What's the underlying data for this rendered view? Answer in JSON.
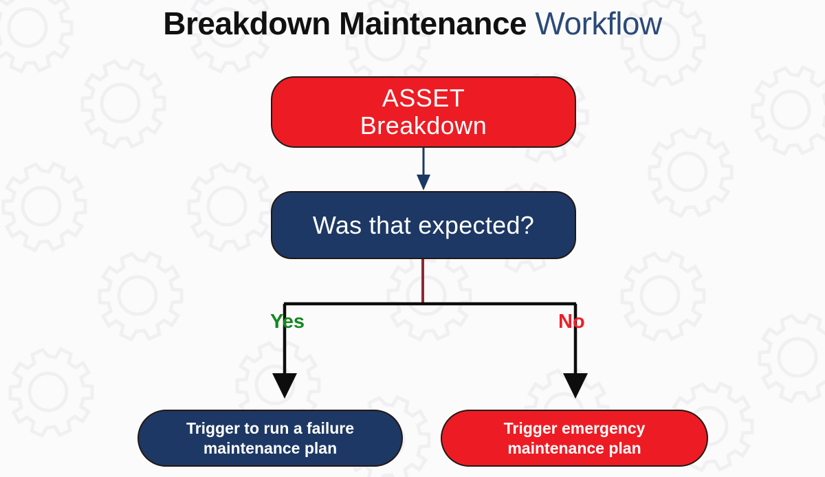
{
  "page": {
    "background_color": "#fbfbfb",
    "watermark": "gear-pattern"
  },
  "title": {
    "main": "Breakdown Maintenance",
    "accent": "Workflow",
    "main_color": "#111111",
    "accent_color": "#2b4a77"
  },
  "diagram": {
    "type": "flowchart",
    "nodes": [
      {
        "id": "asset-breakdown",
        "label": "ASSET\nBreakdown",
        "shape": "rounded-rectangle",
        "fill": "#ed1c24",
        "text_color": "#ffffff",
        "border_color": "#231815"
      },
      {
        "id": "was-expected",
        "label": "Was that expected?",
        "shape": "rounded-rectangle",
        "fill": "#1d3864",
        "text_color": "#ffffff",
        "border_color": "#231815"
      },
      {
        "id": "failure-plan",
        "label": "Trigger to run a failure\nmaintenance plan",
        "shape": "pill",
        "fill": "#1d3864",
        "text_color": "#ffffff",
        "border_color": "#231815"
      },
      {
        "id": "emergency-plan",
        "label": "Trigger emergency\nmaintenance plan",
        "shape": "pill",
        "fill": "#ed1c24",
        "text_color": "#ffffff",
        "border_color": "#231815"
      }
    ],
    "edges": [
      {
        "id": "asset-to-question",
        "from": "asset-breakdown",
        "to": "was-expected",
        "label": "",
        "color": "#1d3864",
        "arrow": true
      },
      {
        "id": "question-to-split",
        "from": "was-expected",
        "to": "branch-bar",
        "label": "",
        "color": "#8c2a33",
        "arrow": false
      },
      {
        "id": "yes-branch",
        "from": "branch-bar",
        "to": "failure-plan",
        "label": "Yes",
        "color": "#0d0d0d",
        "label_color": "#13881e",
        "arrow": true
      },
      {
        "id": "no-branch",
        "from": "branch-bar",
        "to": "emergency-plan",
        "label": "No",
        "color": "#0d0d0d",
        "label_color": "#eb2029",
        "arrow": true
      }
    ],
    "branch_labels": {
      "yes": "Yes",
      "no": "No"
    }
  }
}
